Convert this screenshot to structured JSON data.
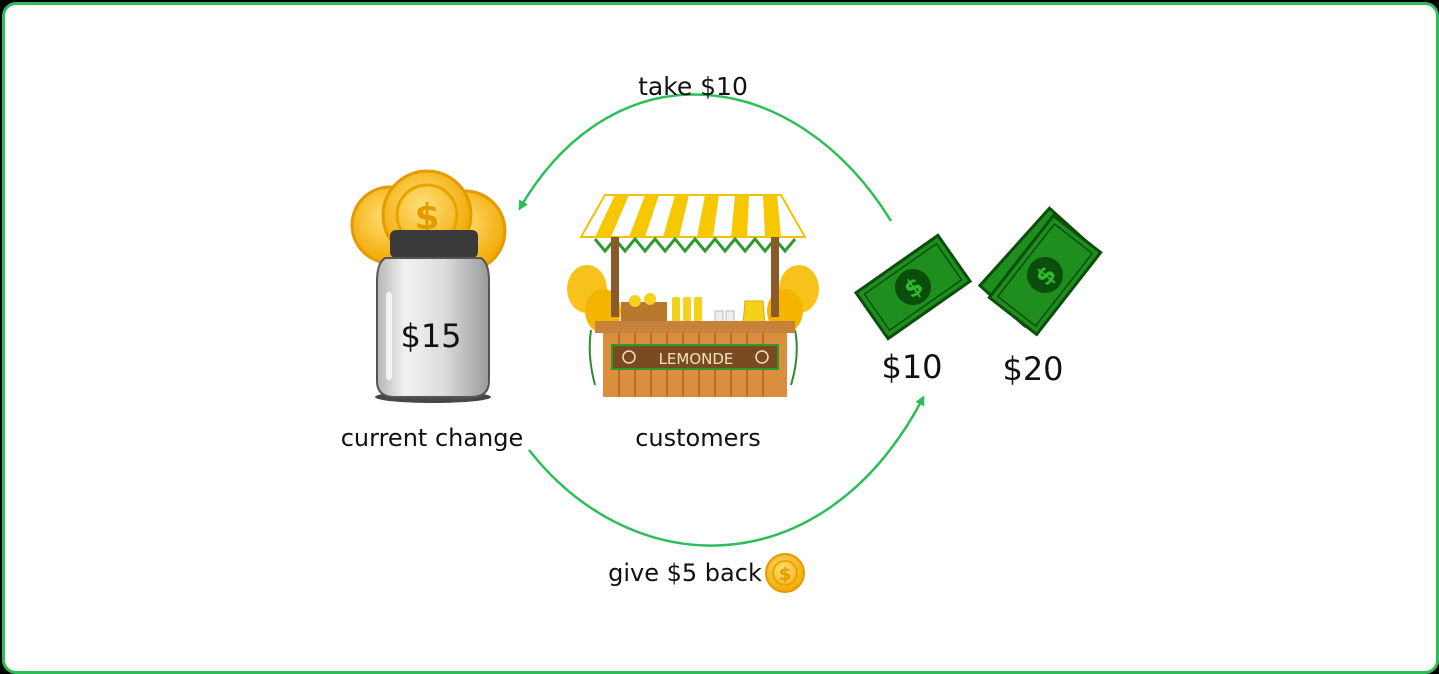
{
  "labels": {
    "take": "take $10",
    "give": "give $5 back",
    "jar_amount": "$15",
    "current_change": "current change",
    "customers": "customers",
    "bill_ten": "$10",
    "bill_twenty": "$20",
    "stand_sign": "LEMONDE",
    "coin_symbol": "$",
    "bill_symbol": "$"
  },
  "colors": {
    "frame_border": "#2dbe5a",
    "arrow": "#2dbe5a",
    "coin": "#f5b81c",
    "bill": "#1f9a1f",
    "jar": "#d9d9d9"
  }
}
